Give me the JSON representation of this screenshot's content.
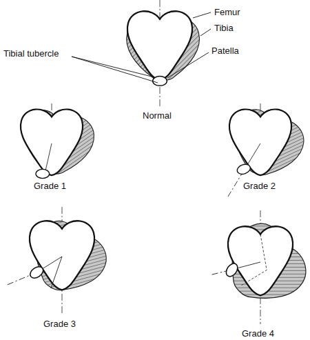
{
  "diagram": {
    "labels": [
      "Femur",
      "Tibia",
      "Tibial tubercle",
      "Patella",
      "Normal",
      "Grade 1",
      "Grade 2",
      "Grade 3",
      "Grade 4"
    ]
  }
}
